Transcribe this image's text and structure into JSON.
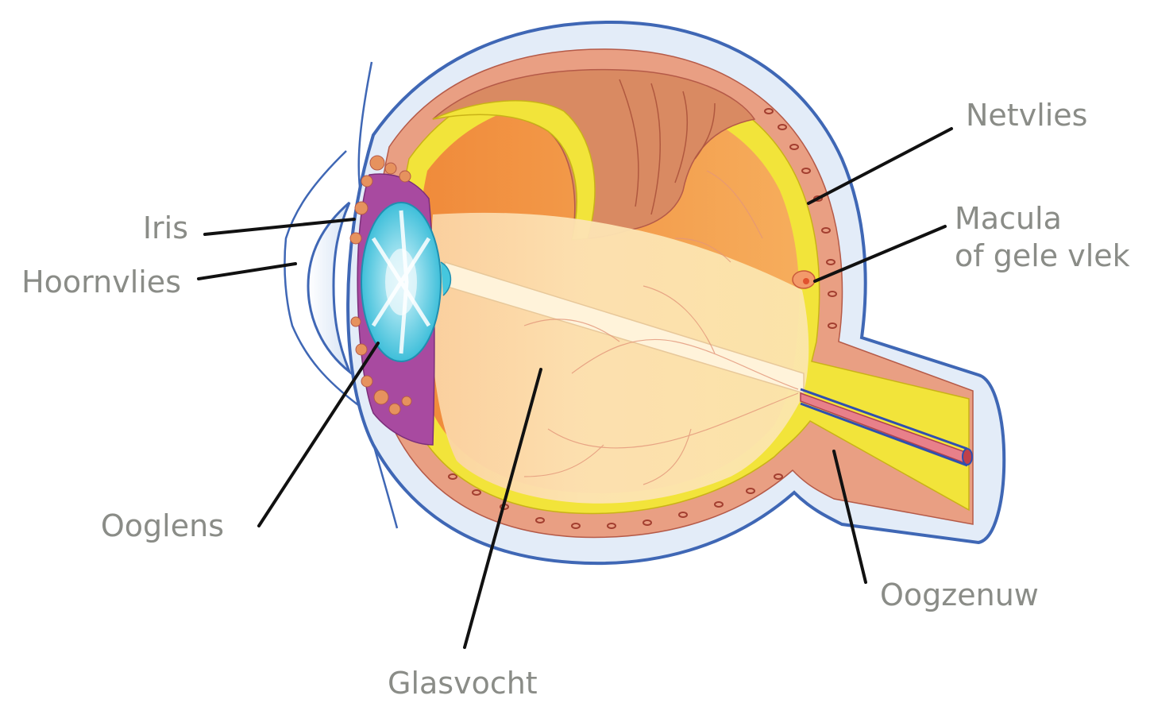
{
  "diagram": {
    "labels": {
      "iris": "Iris",
      "cornea": "Hoornvlies",
      "lens": "Ooglens",
      "vitreous": "Glasvocht",
      "retina": "Netvlies",
      "macula_line1": "Macula",
      "macula_line2": "of gele vlek",
      "optic_nerve": "Oogzenuw"
    },
    "colors": {
      "label_text": "#8a8c87",
      "leader_line": "#111111",
      "outline": "#3f67b5",
      "sclera": "#dfe9f6",
      "choroid": "#e79a7e",
      "retina_yellow": "#f3e535",
      "interior_orange": "#f3a352",
      "vitreous": "#fbdcae",
      "iris_purple": "#a84aa0",
      "lens_blue": "#45c7de"
    }
  }
}
